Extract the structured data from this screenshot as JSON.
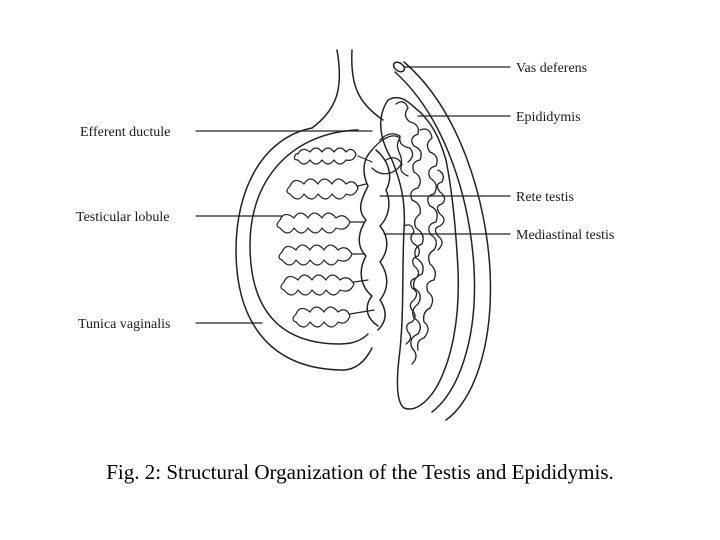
{
  "diagram": {
    "labels": {
      "vas_deferens": "Vas deferens",
      "epididymis": "Epididymis",
      "rete_testis": "Rete testis",
      "mediastinal_testis": "Mediastinal testis",
      "efferent_ductule": "Efferent ductule",
      "testicular_lobule": "Testicular lobule",
      "tunica_vaginalis": "Tunica vaginalis"
    }
  },
  "caption": "Fig. 2: Structural Organization of the Testis and Epididymis."
}
